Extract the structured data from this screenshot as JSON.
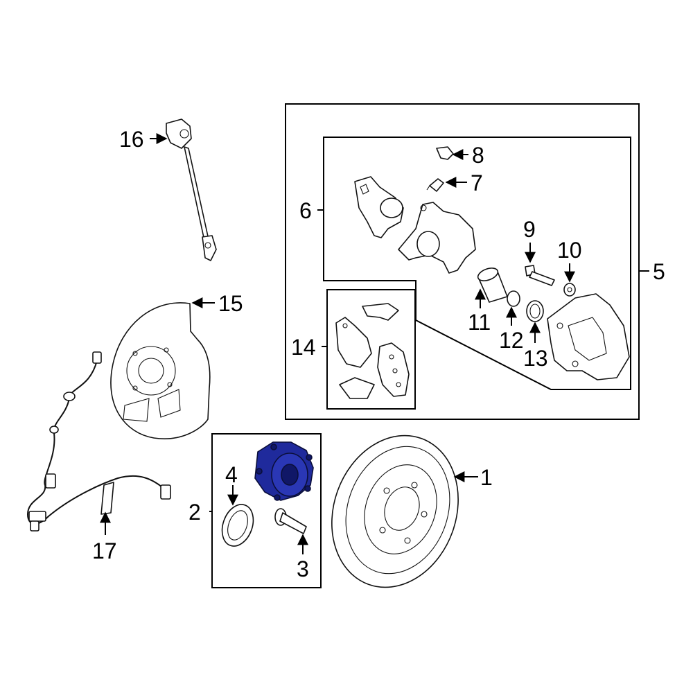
{
  "diagram": {
    "highlight_color": "#1f2a9c",
    "callouts": {
      "c1": "1",
      "c2": "2",
      "c3": "3",
      "c4": "4",
      "c5": "5",
      "c6": "6",
      "c7": "7",
      "c8": "8",
      "c9": "9",
      "c10": "10",
      "c11": "11",
      "c12": "12",
      "c13": "13",
      "c14": "14",
      "c15": "15",
      "c16": "16",
      "c17": "17"
    }
  }
}
